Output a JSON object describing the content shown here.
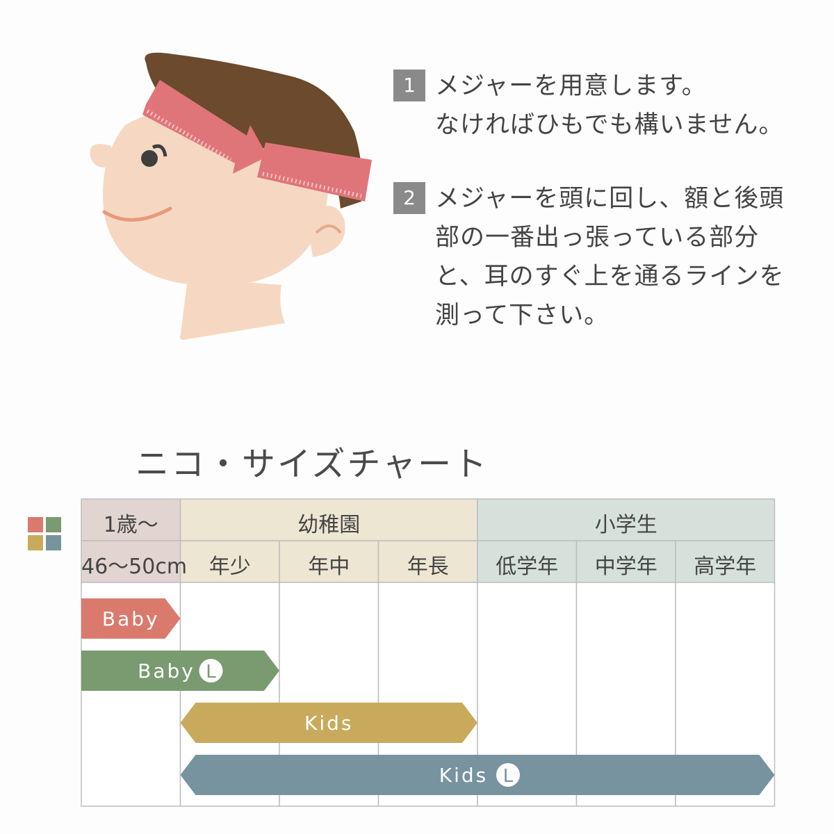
{
  "steps": [
    {
      "number": "1",
      "lines": [
        "メジャーを用意します。",
        "なければひもでも構いません。"
      ]
    },
    {
      "number": "2",
      "lines": [
        "メジャーを頭に回し、額と後頭",
        "部の一番出っ張っている部分",
        "と、耳のすぐ上を通るラインを",
        "測って下さい。"
      ]
    }
  ],
  "chart": {
    "title": "ニコ・サイズチャート",
    "legend_colors": [
      "#d97a6c",
      "#7a9a70",
      "#c9aa5c",
      "#7893a0"
    ],
    "groups": [
      {
        "label": "1歳〜",
        "color": "#e2d5d1"
      },
      {
        "label": "幼稚園",
        "color": "#ede6d2"
      },
      {
        "label": "小学生",
        "color": "#d6e1db"
      }
    ],
    "columns": [
      {
        "label": "46〜50cm",
        "group": 0
      },
      {
        "label": "年少",
        "group": 1
      },
      {
        "label": "年中",
        "group": 1
      },
      {
        "label": "年長",
        "group": 1
      },
      {
        "label": "低学年",
        "group": 2
      },
      {
        "label": "中学年",
        "group": 2
      },
      {
        "label": "高学年",
        "group": 2
      }
    ],
    "bars": [
      {
        "name": "Baby",
        "suffix": "",
        "color": "#d97a6c",
        "start": 0,
        "end": 1,
        "arrow_left": false
      },
      {
        "name": "Baby",
        "suffix": "L",
        "color": "#7a9a70",
        "start": 0,
        "end": 2,
        "arrow_left": false
      },
      {
        "name": "Kids",
        "suffix": "",
        "color": "#c9aa5c",
        "start": 1,
        "end": 4,
        "arrow_left": true
      },
      {
        "name": "Kids",
        "suffix": "L",
        "color": "#7893a0",
        "start": 1,
        "end": 7,
        "arrow_left": true
      }
    ]
  },
  "illustration": {
    "hair_color": "#6b4a2e",
    "skin_color": "#f6d8c2",
    "tape_color": "#e07579",
    "tape_tick_color": "#f7c6c7"
  }
}
